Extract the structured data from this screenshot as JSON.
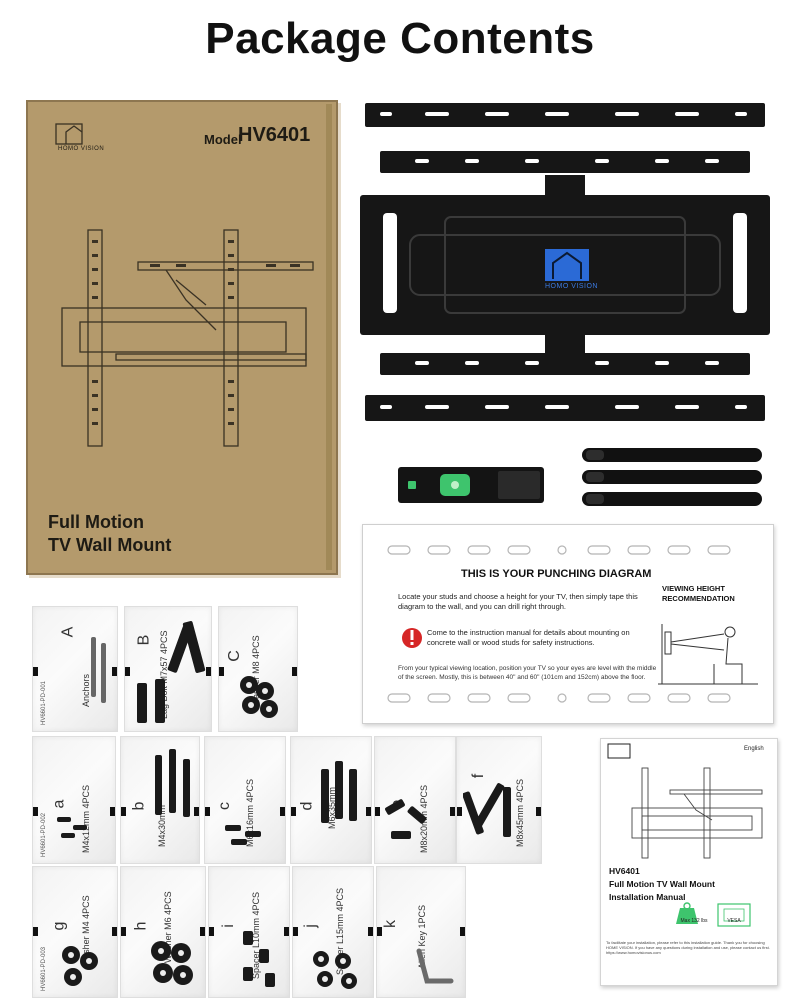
{
  "header": {
    "title": "Package Contents"
  },
  "box": {
    "brand": "HOMO VISION",
    "model_label": "Model",
    "model": "HV6401",
    "title_line1": "Full Motion",
    "title_line2": "TV Wall  Mount"
  },
  "mount": {
    "brand": "HOMO VISION"
  },
  "diagram": {
    "title": "THIS IS YOUR PUNCHING DIAGRAM",
    "text1": "Locate your studs and choose a height for your TV, then simply tape this diagram to the wall, and you can drill right through.",
    "warning": "Come to the instruction manual for details about mounting on concrete wall or wood studs for safety instructions.",
    "text3": "From your typical viewing location, position your TV so your eyes are level with the middle of the screen. Mostly, this is between 40\" and 60\" (101cm and 152cm) above the floor.",
    "viewing_height": "VIEWING HEIGHT RECOMMENDATION"
  },
  "manual": {
    "language": "English",
    "model": "HV6401",
    "title1": "Full Motion TV Wall Mount",
    "title2": "Installation Manual",
    "max_load": "Max 132 lbs",
    "vesa": "VESA",
    "footer": "To facilitate your installation, please refer to this installation guide. Thank you for choosing HOME VISION. If you have any questions during installation and use, please contact us first. https://www.homovisionus.com"
  },
  "bags": [
    {
      "letter": "A",
      "label": "Anchors",
      "code": "HV6601-PD-001"
    },
    {
      "letter": "B",
      "label": "Lag Bolt M7x57 4PCS",
      "code": ""
    },
    {
      "letter": "C",
      "label": "Washer M8  4PCS",
      "code": ""
    },
    {
      "letter": "a",
      "label": "M4x12mm 4PCS",
      "code": "HV6601-PD-002"
    },
    {
      "letter": "b",
      "label": "M4x30mm",
      "code": ""
    },
    {
      "letter": "c",
      "label": "M6x16mm 4PCS",
      "code": ""
    },
    {
      "letter": "d",
      "label": "M6x35mm",
      "code": ""
    },
    {
      "letter": "e",
      "label": "M8x20mm 4PCS",
      "code": ""
    },
    {
      "letter": "f",
      "label": "M8x45mm 4PCS",
      "code": ""
    },
    {
      "letter": "g",
      "label": "Washer M4  4PCS",
      "code": "HV6601-PD-003"
    },
    {
      "letter": "h",
      "label": "Washer M6  4PCS",
      "code": ""
    },
    {
      "letter": "i",
      "label": "Spacer L10mm 4PCS",
      "code": ""
    },
    {
      "letter": "j",
      "label": "Spacer L15mm 4PCS",
      "code": ""
    },
    {
      "letter": "k",
      "label": "Allen Key 1PCS",
      "code": ""
    }
  ],
  "colors": {
    "box": "#b49a6c",
    "metal": "#161616",
    "level_green": "#3ec46d",
    "warning_red": "#d62626",
    "logo_blue": "#2b6ad6"
  }
}
